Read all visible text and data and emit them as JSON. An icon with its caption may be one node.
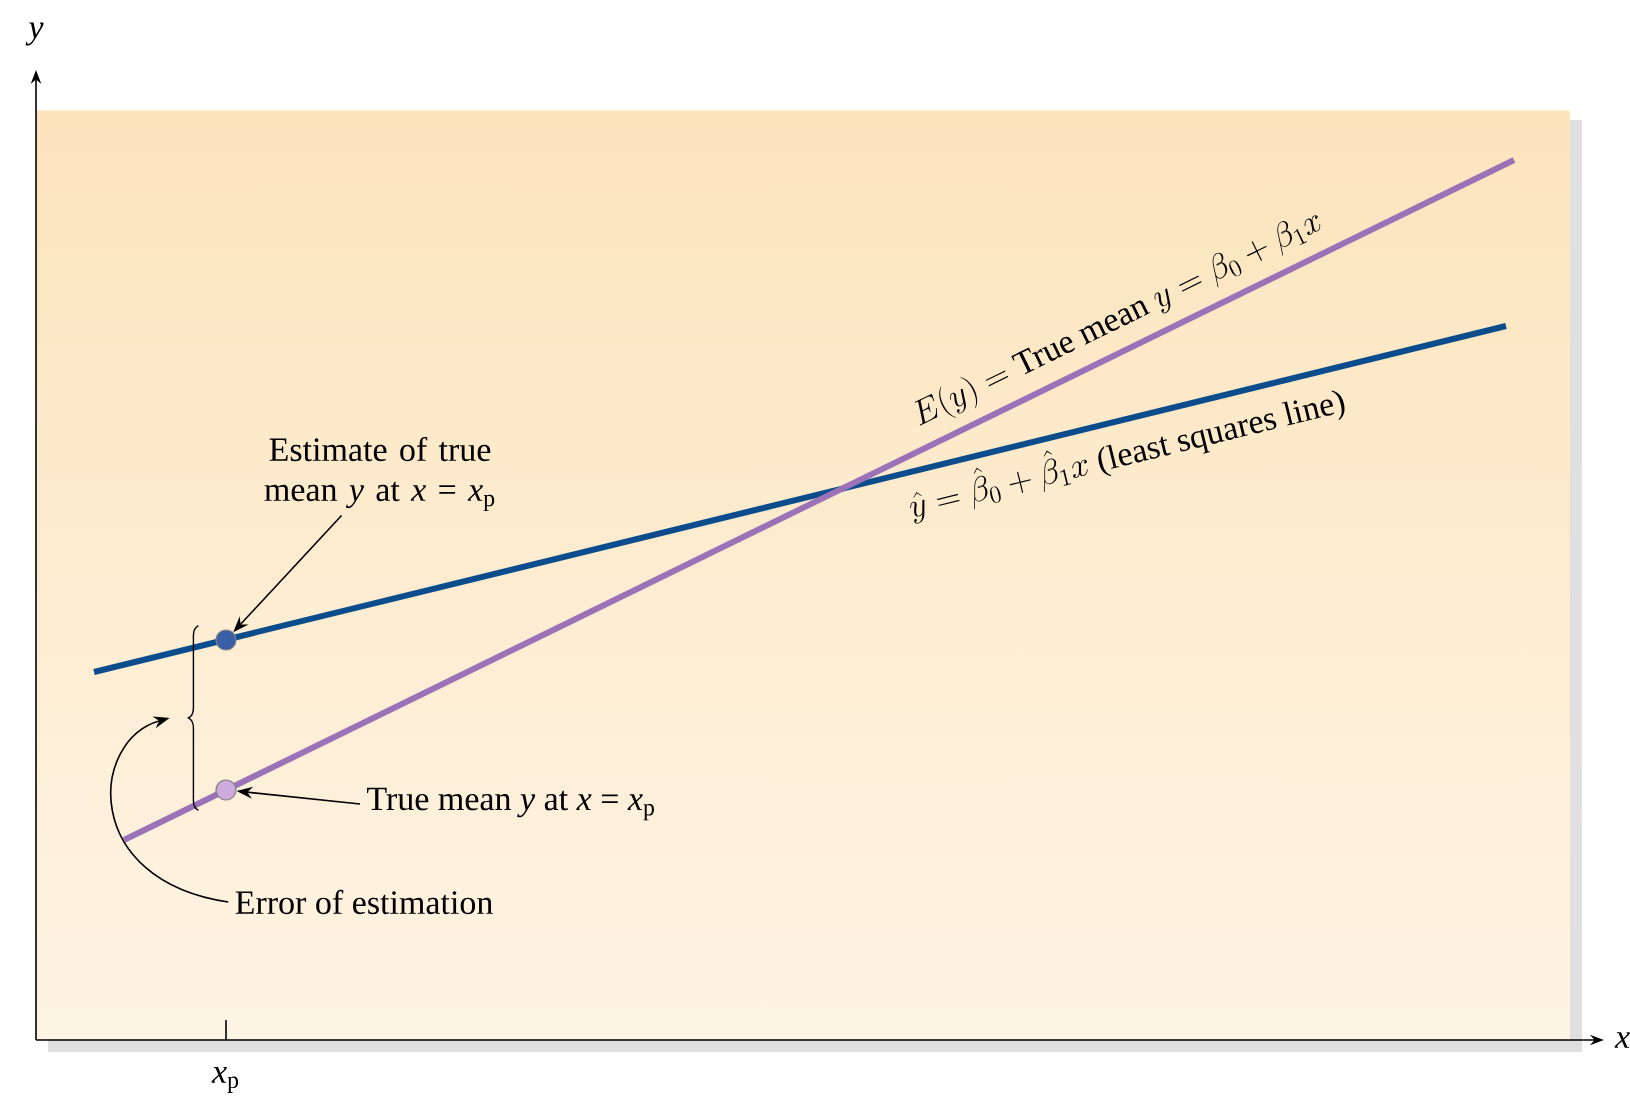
{
  "diagram": {
    "nodes": [
      {
        "text": [
          "Estimate of true mean *y* at *x* = *x*$_{p}$"
        ]
      },
      {
        "text": [],
        "shape": "circle"
      },
      {
        "text": [],
        "shape": "brace"
      },
      {
        "text": [],
        "shape": "circle"
      },
      {
        "text": [
          "True mean *y* at *x* = *x*$_{p}$"
        ]
      },
      {
        "text": [
          "Error of estimation"
        ]
      }
    ],
    "edges": [
      {
        "from": 0,
        "to": 1,
        "arrow": "to"
      },
      {
        "from": 4,
        "to": 3,
        "arrow": "to"
      },
      {
        "from": 5,
        "to": 2,
        "arrow": "to"
      }
    ],
    "labels": [
      "*y*",
      "E(y) = \\mbox{True mean } y = \\beta_0 + \\beta_1 x",
      "\\hat{y} = \\hat{\\beta}_0 + \\hat{\\beta}_1 x \\ \\mbox{(least squares line)}",
      "*x*",
      "*x*$_{p}$"
    ]
  }
}
